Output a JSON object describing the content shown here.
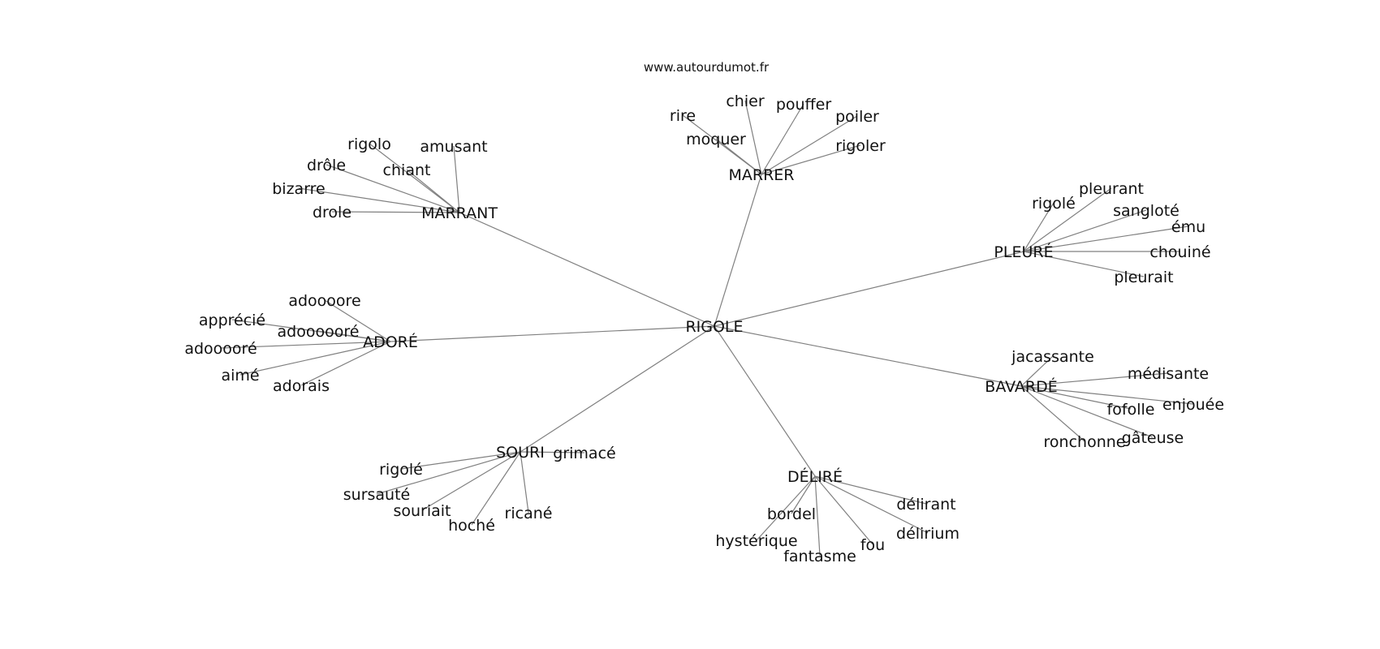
{
  "header": {
    "site": "www.autourdumot.fr"
  },
  "graph": {
    "root": "RIGOLE",
    "hubs": [
      {
        "word": "MARRANT",
        "leaves": [
          "rigolo",
          "amusant",
          "drôle",
          "chiant",
          "bizarre",
          "drole"
        ]
      },
      {
        "word": "MARRER",
        "leaves": [
          "chier",
          "pouffer",
          "rire",
          "poiler",
          "moquer",
          "rigoler"
        ]
      },
      {
        "word": "PLEURÉ",
        "leaves": [
          "pleurant",
          "rigolé",
          "sangloté",
          "ému",
          "chouiné",
          "pleurait"
        ]
      },
      {
        "word": "ADORÉ",
        "leaves": [
          "adoooore",
          "apprécié",
          "adoooooré",
          "adooooré",
          "aimé",
          "adorais"
        ]
      },
      {
        "word": "BAVARDÉ",
        "leaves": [
          "jacassante",
          "médisante",
          "enjouée",
          "fofolle",
          "gâteuse",
          "ronchonne"
        ]
      },
      {
        "word": "SOURI",
        "leaves": [
          "grimacé",
          "rigolé",
          "sursauté",
          "souriait",
          "ricané",
          "hoché"
        ]
      },
      {
        "word": "DÉLIRÉ",
        "leaves": [
          "délirant",
          "bordel",
          "délirium",
          "hystérique",
          "fou",
          "fantasme"
        ]
      }
    ]
  },
  "colors": {
    "edge": "#808080",
    "text": "#111111",
    "background": "#ffffff"
  }
}
